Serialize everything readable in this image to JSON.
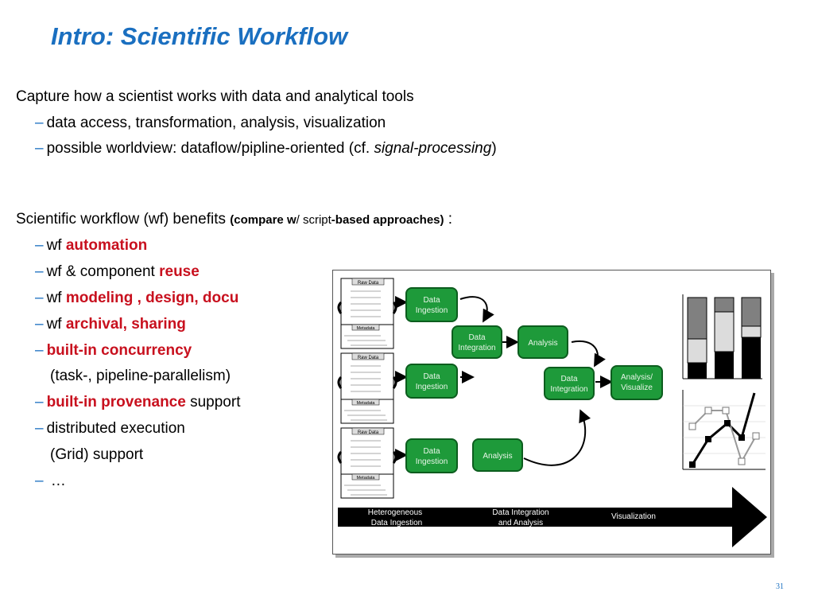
{
  "slide": {
    "title": "Intro: Scientific Workflow",
    "page_number": "31"
  },
  "section1": {
    "heading": "Capture how a scientist works with data and analytical tools",
    "bullet1": "data access, transformation, analysis, visualization",
    "bullet2_pre": "possible worldview: dataflow/pipline-oriented (cf. ",
    "bullet2_em": "signal-processing",
    "bullet2_post": ")"
  },
  "section2": {
    "heading_pre": "Scientific workflow (wf) benefits ",
    "heading_b1": "(compare w",
    "heading_n1": "/ script",
    "heading_b2": "-based approaches)",
    "heading_post": " :",
    "b1_pre": "wf ",
    "b1_red": "automation",
    "b2_pre": "wf & component ",
    "b2_red": "reuse",
    "b3_pre": "wf ",
    "b3_red": "modeling , design, docu",
    "b4_pre": "wf ",
    "b4_red": "archival, sharing",
    "b5_red": "built-in concurrency",
    "b5_cont": "(task-, pipeline-parallelism)",
    "b6_red": "built-in provenance",
    "b6_post": " support",
    "b7": "distributed execution",
    "b7_cont": "(Grid) support",
    "b8": " …",
    "dash": "–"
  },
  "figure": {
    "raw_data_label": "Raw Data",
    "metadata_label": "Metadata",
    "nodes": {
      "ingest1_l1": "Data",
      "ingest1_l2": "Ingestion",
      "integ1_l1": "Data",
      "integ1_l2": "Integration",
      "analysis1": "Analysis",
      "ingest2_l1": "Data",
      "ingest2_l2": "Ingestion",
      "integ2_l1": "Data",
      "integ2_l2": "Integration",
      "vis_l1": "Analysis/",
      "vis_l2": "Visualize",
      "ingest3_l1": "Data",
      "ingest3_l2": "Ingestion",
      "analysis2": "Analysis"
    },
    "arrow": {
      "stage1_l1": "Heterogeneous",
      "stage1_l2": "Data Ingestion",
      "stage2_l1": "Data Integration",
      "stage2_l2": "and Analysis",
      "stage3": "Visualization"
    },
    "colors": {
      "node": "#1e9a3a",
      "node_text": "#e8f5e8",
      "arrow": "#000000"
    }
  }
}
